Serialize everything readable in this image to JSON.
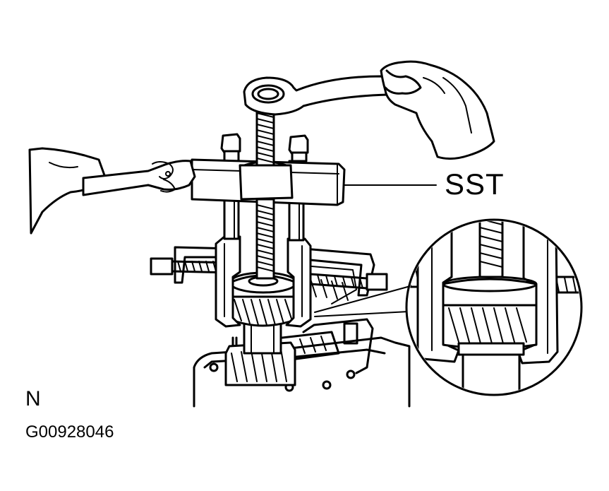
{
  "figure": {
    "callout_label": "SST",
    "view_code": "N",
    "figure_id": "G00928046"
  },
  "icons": {
    "puller": "gear-puller-illustration",
    "detail": "magnified-detail-circle"
  },
  "colors": {
    "line": "#000000",
    "background": "#ffffff"
  }
}
